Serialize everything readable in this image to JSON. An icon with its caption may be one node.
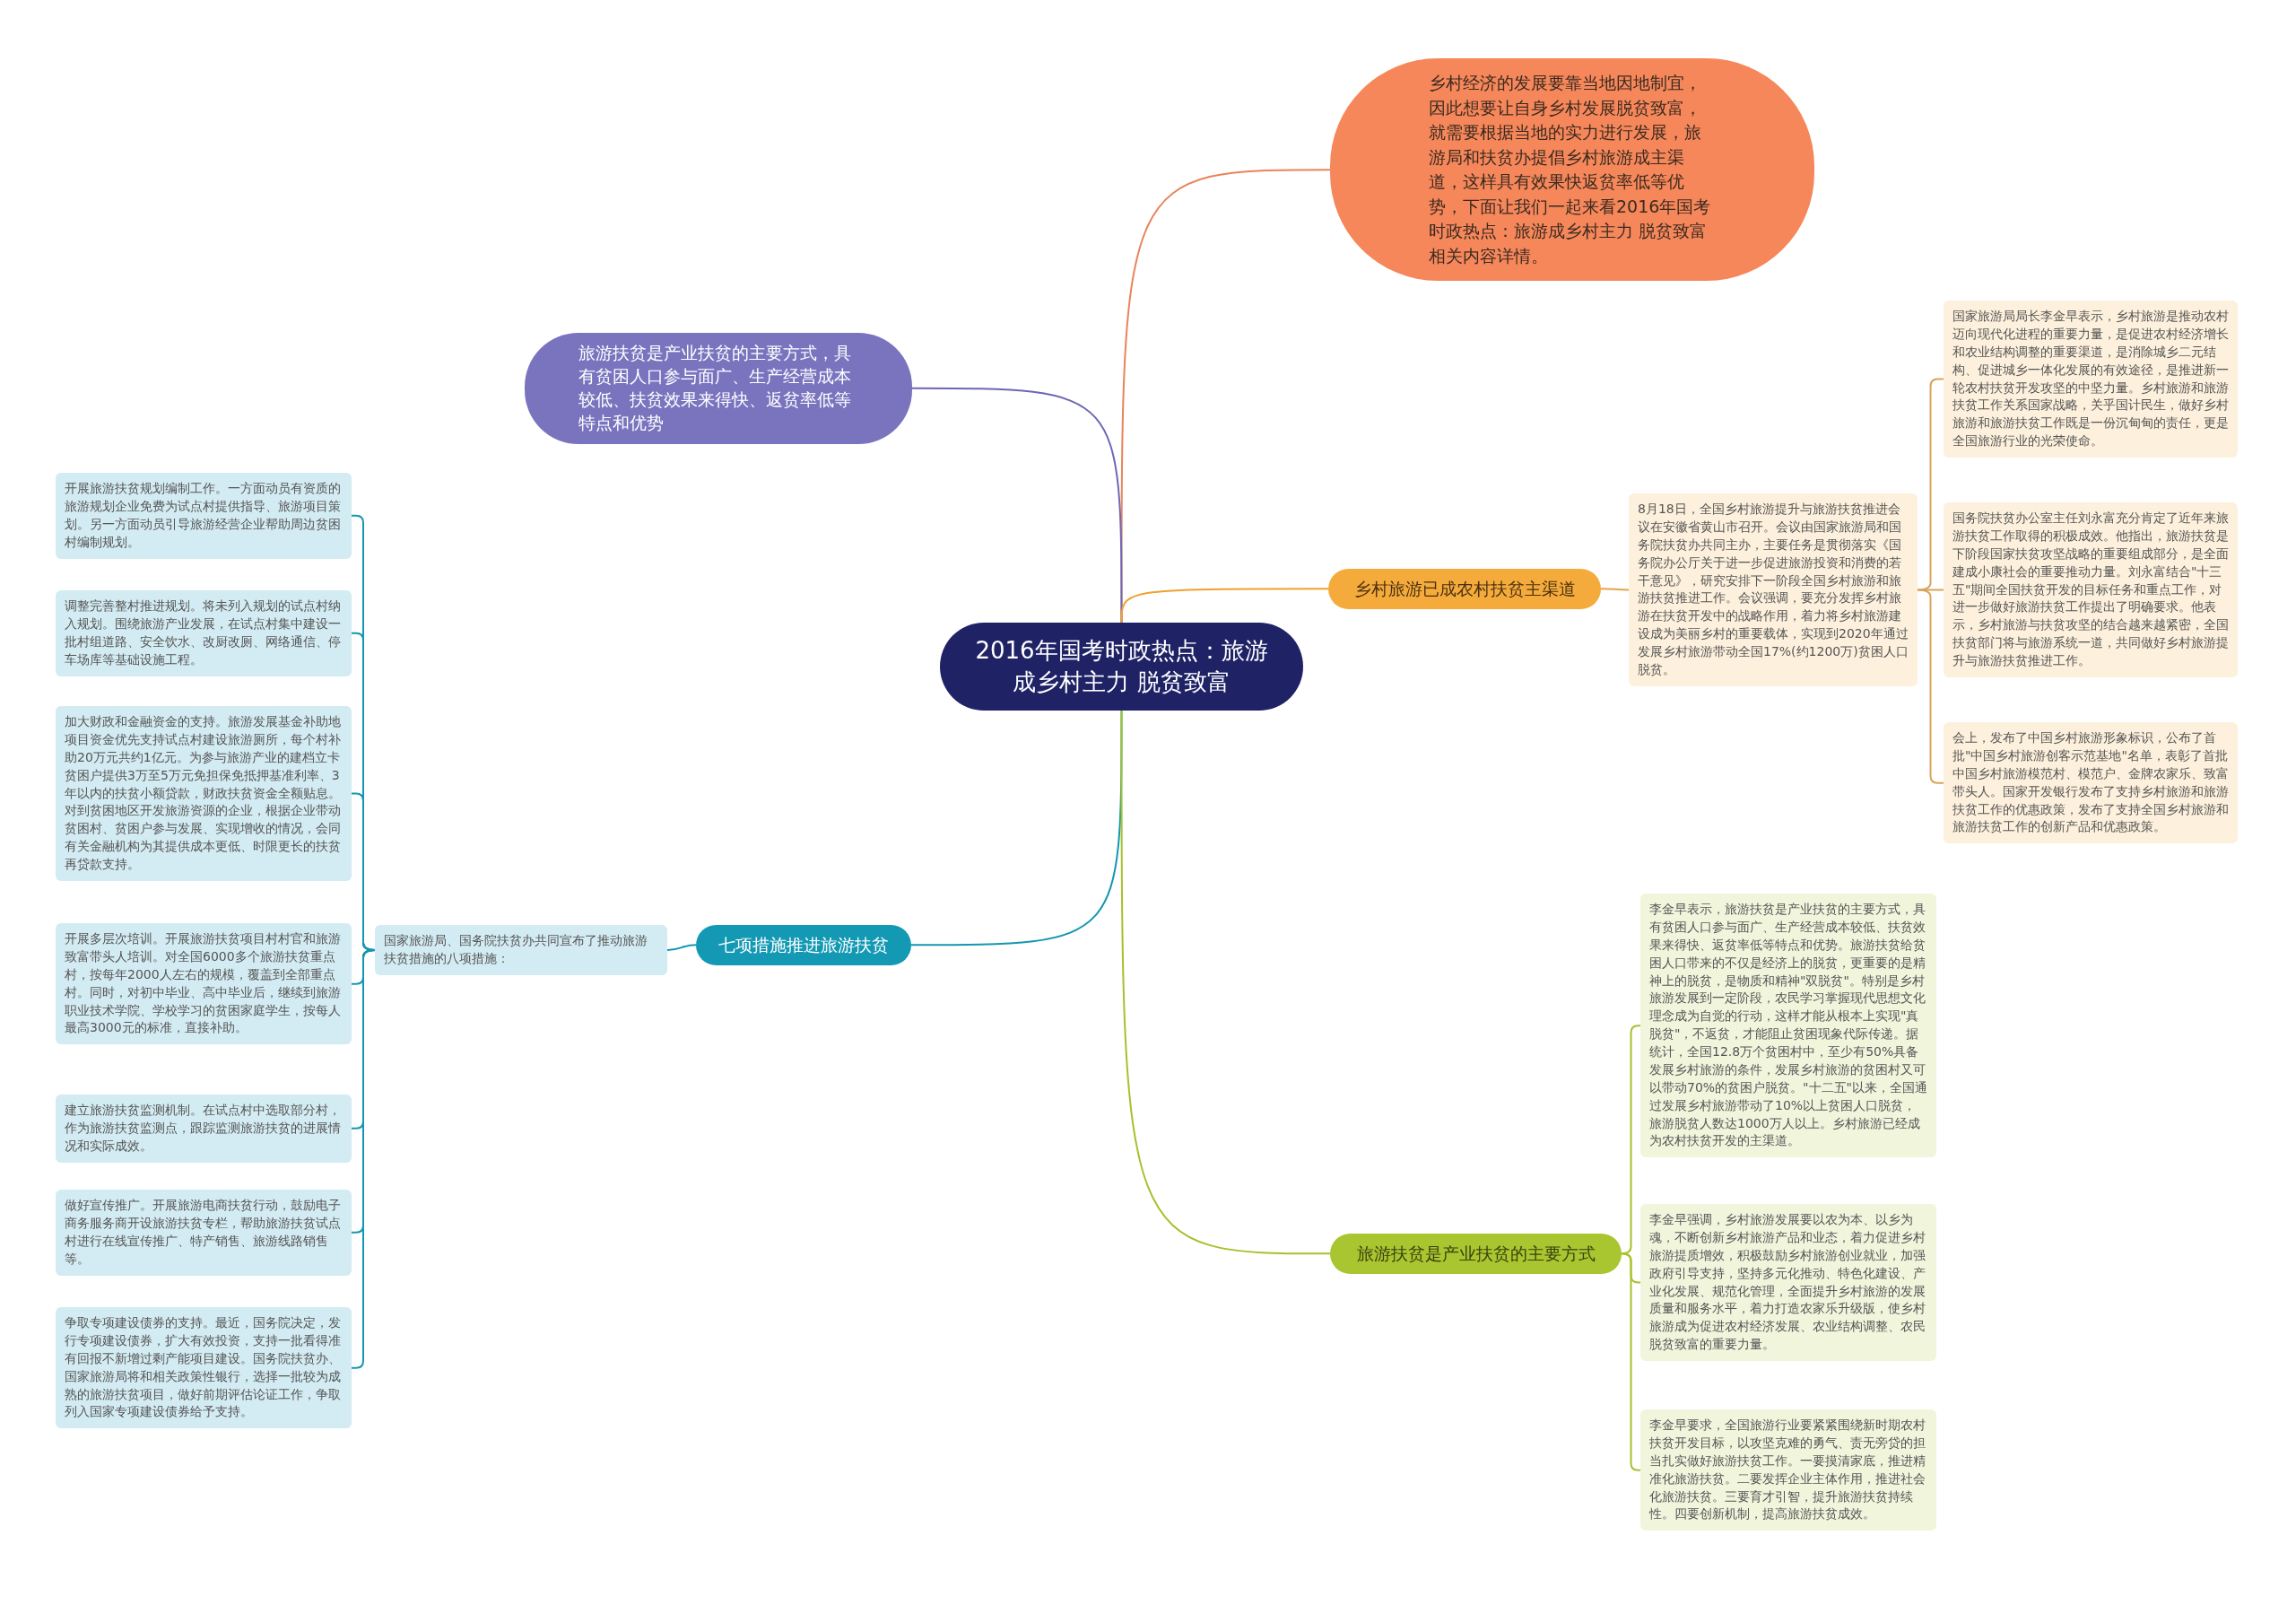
{
  "diagram": {
    "nodes": [
      {
        "text": [
          "2016年国考时政热点：旅游成乡村主力 脱贫致富"
        ]
      },
      {
        "text": [
          "乡村经济的发展要靠当地因地制宜，因此想要让自身乡村发展脱贫致富，就需要根据当地的实力进行发展，旅游局和扶贫办提倡乡村旅游成主渠道，这样具有效果快返贫率低等优势，下面让我们一起来看2016年国考时政热点：旅游成乡村主力 脱贫致富相关内容详情。"
        ]
      },
      {
        "text": [
          "旅游扶贫是产业扶贫的主要方式，具有贫困人口参与面广、生产经营成本较低、扶贫效果来得快、返贫率低等特点和优势"
        ]
      },
      {
        "text": [
          "乡村旅游已成农村扶贫主渠道"
        ]
      },
      {
        "text": [
          "8月18日，全国乡村旅游提升与旅游扶贫推进会议在安徽省黄山市召开。会议由国家旅游局和国务院扶贫办共同主办，主要任务是贯彻落实《国务院办公厅关于进一步促进旅游投资和消费的若干意见》，研究安排下一阶段全国乡村旅游和旅游扶贫推进工作。会议强调，要充分发挥乡村旅游在扶贫开发中的战略作用，着力将乡村旅游建设成为美丽乡村的重要载体，实现到2020年通过发展乡村旅游带动全国17%(约1200万)贫困人口脱贫。"
        ]
      },
      {
        "text": [
          "国家旅游局局长李金早表示，乡村旅游是推动农村迈向现代化进程的重要力量，是促进农村经济增长和农业结构调整的重要渠道，是消除城乡二元结构、促进城乡一体化发展的有效途径，是推进新一轮农村扶贫开发攻坚的中坚力量。乡村旅游和旅游扶贫工作关系国家战略，关乎国计民生，做好乡村旅游和旅游扶贫工作既是一份沉甸甸的责任，更是全国旅游行业的光荣使命。"
        ]
      },
      {
        "text": [
          "国务院扶贫办公室主任刘永富充分肯定了近年来旅游扶贫工作取得的积极成效。他指出，旅游扶贫是下阶段国家扶贫攻坚战略的重要组成部分，是全面建成小康社会的重要推动力量。刘永富结合\"十三五\"期间全国扶贫开发的目标任务和重点工作，对进一步做好旅游扶贫工作提出了明确要求。他表示，乡村旅游与扶贫攻坚的结合越来越紧密，全国扶贫部门将与旅游系统一道，共同做好乡村旅游提升与旅游扶贫推进工作。"
        ]
      },
      {
        "text": [
          "会上，发布了中国乡村旅游形象标识，公布了首批\"中国乡村旅游创客示范基地\"名单，表彰了首批中国乡村旅游模范村、模范户、金牌农家乐、致富带头人。国家开发银行发布了支持乡村旅游和旅游扶贫工作的优惠政策，发布了支持全国乡村旅游和旅游扶贫工作的创新产品和优惠政策。"
        ]
      },
      {
        "text": [
          "七项措施推进旅游扶贫"
        ]
      },
      {
        "text": [
          "国家旅游局、国务院扶贫办共同宣布了推动旅游扶贫措施的八项措施："
        ]
      },
      {
        "text": [
          "开展旅游扶贫规划编制工作。一方面动员有资质的旅游规划企业免费为试点村提供指导、旅游项目策划。另一方面动员引导旅游经营企业帮助周边贫困村编制规划。"
        ]
      },
      {
        "text": [
          "调整完善整村推进规划。将未列入规划的试点村纳入规划。围绕旅游产业发展，在试点村集中建设一批村组道路、安全饮水、改厨改厕、网络通信、停车场库等基础设施工程。"
        ]
      },
      {
        "text": [
          "加大财政和金融资金的支持。旅游发展基金补助地项目资金优先支持试点村建设旅游厕所，每个村补助20万元共约1亿元。为参与旅游产业的建档立卡贫困户提供3万至5万元免担保免抵押基准利率、3年以内的扶贫小额贷款，财政扶贫资金全额贴息。对到贫困地区开发旅游资源的企业，根据企业带动贫困村、贫困户参与发展、实现增收的情况，会同有关金融机构为其提供成本更低、时限更长的扶贫再贷款支持。"
        ]
      },
      {
        "text": [
          "开展多层次培训。开展旅游扶贫项目村村官和旅游致富带头人培训。对全国6000多个旅游扶贫重点村，按每年2000人左右的规模，覆盖到全部重点村。同时，对初中毕业、高中毕业后，继续到旅游职业技术学院、学校学习的贫困家庭学生，按每人最高3000元的标准，直接补助。"
        ]
      },
      {
        "text": [
          "建立旅游扶贫监测机制。在试点村中选取部分村，作为旅游扶贫监测点，跟踪监测旅游扶贫的进展情况和实际成效。"
        ]
      },
      {
        "text": [
          "做好宣传推广。开展旅游电商扶贫行动，鼓励电子商务服务商开设旅游扶贫专栏，帮助旅游扶贫试点村进行在线宣传推广、特产销售、旅游线路销售等。"
        ]
      },
      {
        "text": [
          "争取专项建设债券的支持。最近，国务院决定，发行专项建设债券，扩大有效投资，支持一批看得准有回报不新增过剩产能项目建设。国务院扶贫办、国家旅游局将和相关政策性银行，选择一批较为成熟的旅游扶贫项目，做好前期评估论证工作，争取列入国家专项建设债券给予支持。"
        ]
      },
      {
        "text": [
          "旅游扶贫是产业扶贫的主要方式"
        ]
      },
      {
        "text": [
          "李金早表示，旅游扶贫是产业扶贫的主要方式，具有贫困人口参与面广、生产经营成本较低、扶贫效果来得快、返贫率低等特点和优势。旅游扶贫给贫困人口带来的不仅是经济上的脱贫，更重要的是精神上的脱贫，是物质和精神\"双脱贫\"。特别是乡村旅游发展到一定阶段，农民学习掌握现代思想文化理念成为自觉的行动，这样才能从根本上实现\"真脱贫\"，不返贫，才能阻止贫困现象代际传递。据统计，全国12.8万个贫困村中，至少有50%具备发展乡村旅游的条件，发展乡村旅游的贫困村又可以带动70%的贫困户脱贫。\"十二五\"以来，全国通过发展乡村旅游带动了10%以上贫困人口脱贫，旅游脱贫人数达1000万人以上。乡村旅游已经成为农村扶贫开发的主渠道。"
        ]
      },
      {
        "text": [
          "李金早强调，乡村旅游发展要以农为本、以乡为魂，不断创新乡村旅游产品和业态，着力促进乡村旅游提质增效，积极鼓励乡村旅游创业就业，加强政府引导支持，坚持多元化推动、特色化建设、产业化发展、规范化管理，全面提升乡村旅游的发展质量和服务水平，着力打造农家乐升级版，使乡村旅游成为促进农村经济发展、农业结构调整、农民脱贫致富的重要力量。"
        ]
      },
      {
        "text": [
          "李金早要求，全国旅游行业要紧紧围绕新时期农村扶贫开发目标，以攻坚克难的勇气、责无旁贷的担当扎实做好旅游扶贫工作。一要摸清家底，推进精准化旅游扶贫。二要发挥企业主体作用，推进社会化旅游扶贫。三要育才引智，提升旅游扶贫持续性。四要创新机制，提高旅游扶贫成效。"
        ]
      }
    ],
    "edges": [
      {
        "from": 0,
        "to": 1,
        "arrow": "none",
        "color": "#e8845c"
      },
      {
        "from": 0,
        "to": 2,
        "arrow": "none",
        "color": "#6c67b5"
      },
      {
        "from": 0,
        "to": 3,
        "arrow": "none",
        "color": "#f0a030"
      },
      {
        "from": 3,
        "to": 4,
        "arrow": "none",
        "color": "#e2a54a"
      },
      {
        "from": 4,
        "to": 5,
        "arrow": "none",
        "color": "#d9a45a"
      },
      {
        "from": 4,
        "to": 6,
        "arrow": "none",
        "color": "#d9a45a"
      },
      {
        "from": 4,
        "to": 7,
        "arrow": "none",
        "color": "#d9a45a"
      },
      {
        "from": 0,
        "to": 8,
        "arrow": "none"
      },
      {
        "from": 8,
        "to": 9,
        "arrow": "none"
      },
      {
        "from": 9,
        "to": 10,
        "arrow": "none"
      },
      {
        "from": 9,
        "to": 11,
        "arrow": "none"
      },
      {
        "from": 9,
        "to": 12,
        "arrow": "none"
      },
      {
        "from": 9,
        "to": 13,
        "arrow": "none"
      },
      {
        "from": 9,
        "to": 14,
        "arrow": "none"
      },
      {
        "from": 9,
        "to": 15,
        "arrow": "none"
      },
      {
        "from": 9,
        "to": 16,
        "arrow": "none"
      },
      {
        "from": 0,
        "to": 17,
        "arrow": "none",
        "color": "#a6c12c"
      },
      {
        "from": 17,
        "to": 18,
        "arrow": "none",
        "color": "#a6c12c"
      },
      {
        "from": 17,
        "to": 19,
        "arrow": "none",
        "color": "#a6c12c"
      },
      {
        "from": 17,
        "to": 20,
        "arrow": "none",
        "color": "#a6c12c"
      }
    ]
  }
}
